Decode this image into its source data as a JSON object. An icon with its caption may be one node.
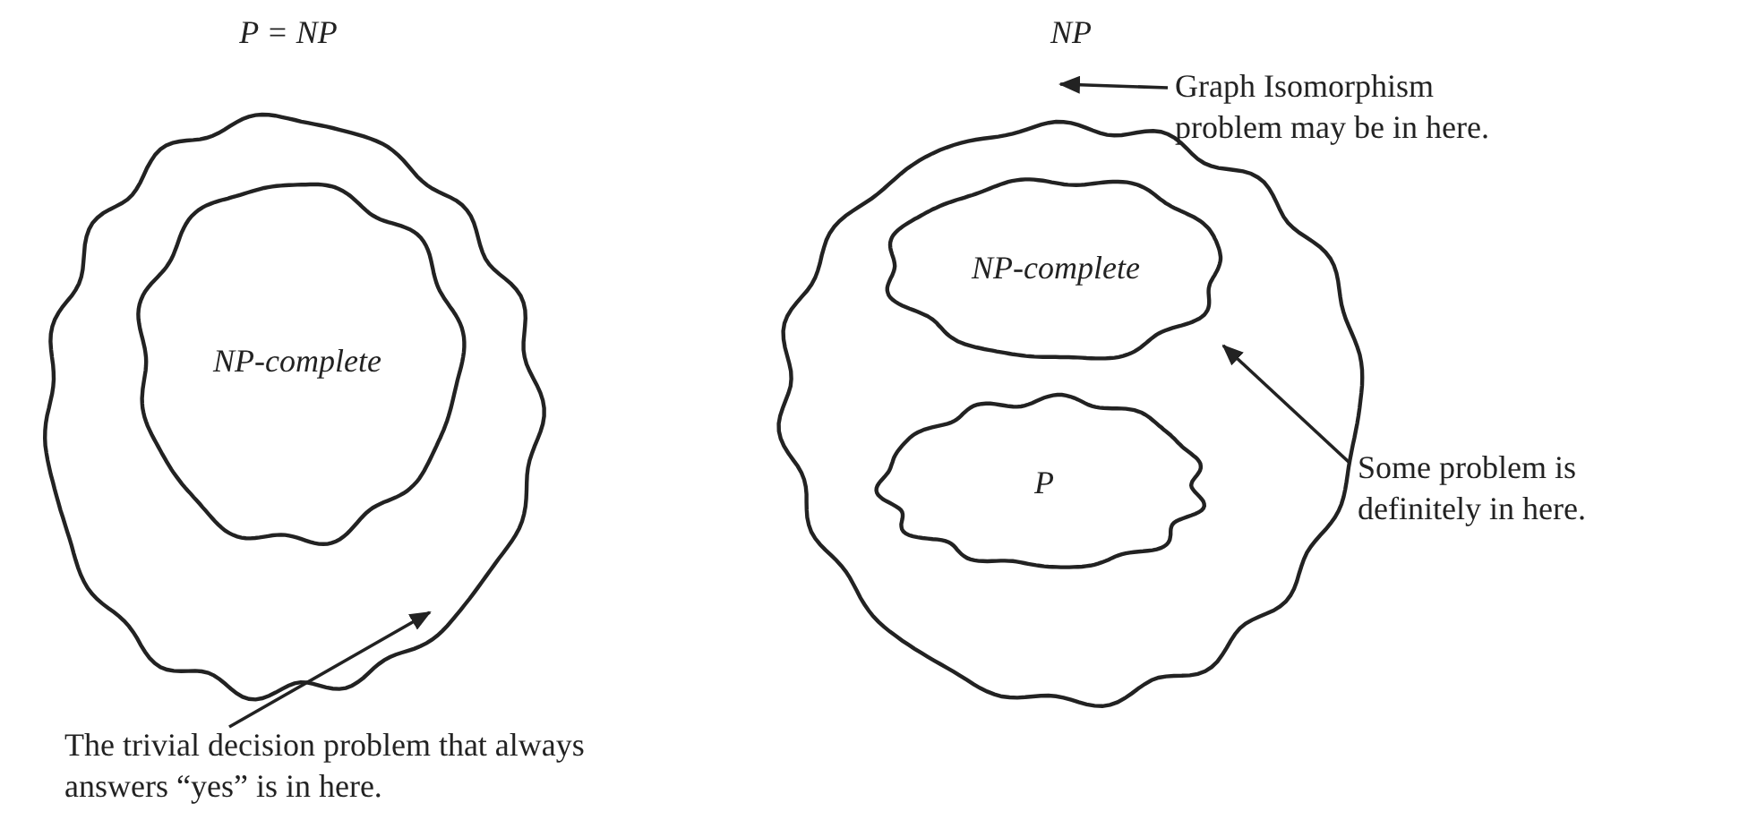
{
  "diagram": {
    "nodes": [
      {
        "text": [
          "P = NP"
        ]
      },
      {
        "text": [
          "NP-complete"
        ],
        "in": 0
      },
      {
        "text": [
          "The trivial decision problem that always answers “yes” is in here."
        ]
      },
      {
        "text": [
          "NP"
        ]
      },
      {
        "text": [
          "NP-complete"
        ],
        "in": 3
      },
      {
        "text": [
          "P"
        ],
        "in": 3
      },
      {
        "text": [
          "Graph Isomorphism problem may be in here."
        ]
      },
      {
        "text": [
          "Some problem is definitely in here."
        ]
      }
    ],
    "edges": [
      {
        "from": 2,
        "to": 0,
        "arrow": "to"
      },
      {
        "from": 6,
        "to": 3,
        "arrow": "to"
      },
      {
        "from": 7,
        "to": 3,
        "arrow": "to"
      }
    ]
  }
}
